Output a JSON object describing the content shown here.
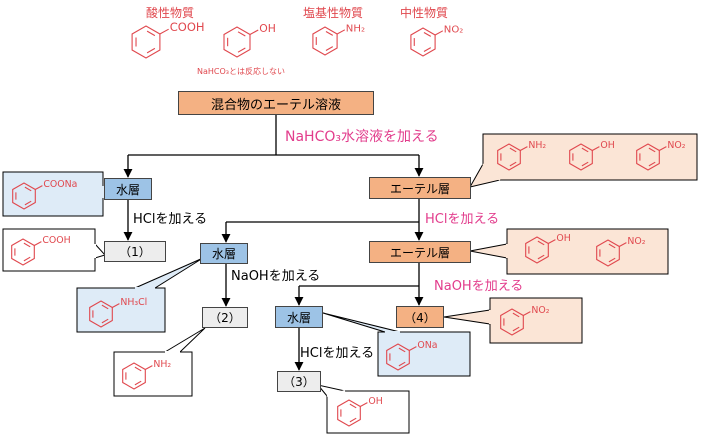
{
  "legend": {
    "acidic": {
      "label": "酸性物質",
      "group": "COOH"
    },
    "basic": {
      "label": "塩基性物質",
      "group": "NH₂"
    },
    "neutral": {
      "label": "中性物質",
      "group": "NO₂"
    },
    "phenol_group": "OH",
    "note": "NaHCO₃とは反応しない"
  },
  "nodes": {
    "mixture": "混合物のエーテル溶液",
    "aq1": "水層",
    "ether1": "エーテル層",
    "p1": "（1）",
    "aq2": "水層",
    "ether2": "エーテル層",
    "p2": "（2）",
    "aq3": "水層",
    "p4": "（4）",
    "p3": "（3）"
  },
  "steps": {
    "nahco3": "NaHCO₃水溶液を加える",
    "hcl_1": "HClを加える",
    "hcl_2": "HClを加える",
    "naoh_1": "NaOHを加える",
    "naoh_2": "NaOHを加える",
    "hcl_3": "HClを加える"
  },
  "callouts": {
    "aq1": [
      "COONa"
    ],
    "ether1": [
      "NH₂",
      "OH",
      "NO₂"
    ],
    "p1": [
      "COOH"
    ],
    "aq2": [
      "NH₃Cl"
    ],
    "ether2": [
      "OH",
      "NO₂"
    ],
    "p2": [
      "NH₂"
    ],
    "aq3": [
      "ONa"
    ],
    "p4": [
      "NO₂"
    ],
    "p3": [
      "OH"
    ]
  },
  "colors": {
    "red": "#e0484e",
    "magenta": "#e23c8c",
    "orange_fill": "#f4b183",
    "blue_fill": "#9dc3e6",
    "gray_fill": "#ededed",
    "light_orange": "#fbe5d6",
    "light_blue": "#deebf7"
  }
}
